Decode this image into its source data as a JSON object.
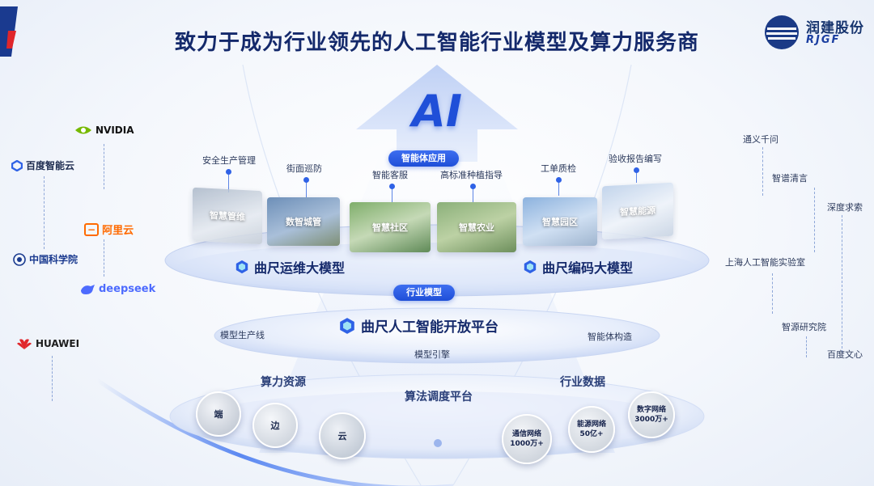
{
  "header": {
    "title": "致力于成为行业领先的人工智能行业模型及算力服务商",
    "logo_cn": "润建股份",
    "logo_en": "RJGF"
  },
  "ai_badge": "AI",
  "applications": {
    "pill": "智能体应用",
    "labels": {
      "safety": "安全生产管理",
      "street": "街面巡防",
      "service": "智能客服",
      "planting": "高标准种植指导",
      "quality": "工单质检",
      "report": "验收报告编写"
    },
    "cards": {
      "manage": "智慧管维",
      "city": "数智城管",
      "community": "智慧社区",
      "agri": "智慧农业",
      "park": "智慧园区",
      "energy": "智慧能源"
    }
  },
  "models": {
    "ops": "曲尺运维大模型",
    "code": "曲尺编码大模型",
    "pill": "行业模型"
  },
  "platform": {
    "name": "曲尺人工智能开放平台",
    "line": "模型生产线",
    "agent": "智能体构造",
    "engine": "模型引擎"
  },
  "foundation": {
    "compute": "算力资源",
    "dispatch": "算法调度平台",
    "data": "行业数据",
    "end": "端",
    "edge": "边",
    "cloud": "云",
    "telecom": [
      "通信网络",
      "1000万+"
    ],
    "energy_net": [
      "能源网络",
      "50亿+"
    ],
    "digital_net": [
      "数字网络",
      "3000万+"
    ]
  },
  "partners_left": {
    "nvidia": "NVIDIA",
    "baidu": "百度智能云",
    "aliyun": "阿里云",
    "cas": "中国科学院",
    "deepseek": "deepseek",
    "huawei": "HUAWEI"
  },
  "partners_right": {
    "tongyi": "通义千问",
    "zhipu": "智谱清言",
    "depth": "深度求索",
    "shanghai": "上海人工智能实验室",
    "zhiyuan": "智源研究院",
    "wenxin": "百度文心"
  },
  "colors": {
    "primary": "#1f4fd8",
    "title": "#14296b",
    "accent_red": "#e0262b"
  }
}
